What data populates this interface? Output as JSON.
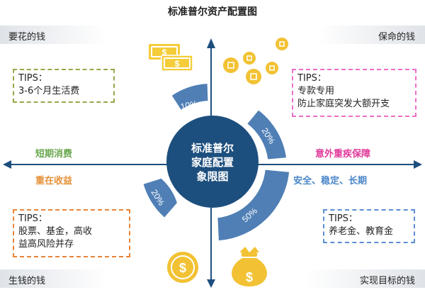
{
  "title": "标准普尔资产配置图",
  "center": {
    "lines": [
      "标准普尔",
      "家庭配置",
      "象限图"
    ]
  },
  "quadrants": {
    "top_left": {
      "label": "要花的钱",
      "percent": "10%",
      "tips": [
        "TIPS：",
        "3-6个月生活费"
      ]
    },
    "top_right": {
      "label": "保命的钱",
      "percent": "20%",
      "tips": [
        "TIPS：",
        "专款专用",
        "防止家庭突发大额开支"
      ]
    },
    "bottom_left": {
      "label": "生钱的钱",
      "percent": "20%",
      "tips": [
        "TIPS：",
        "股票、基金，高收",
        "益高风险并存"
      ]
    },
    "bottom_right": {
      "label": "实现目标的钱",
      "percent": "50%",
      "tips": [
        "TIPS：",
        "养老金、教育金"
      ]
    }
  },
  "axis_labels": {
    "left_top": "短期消费",
    "left_bottom": "重在收益",
    "right_top": "意外重疾保障",
    "right_bottom": "安全、稳定、长期"
  },
  "colors": {
    "center": "#1d4f7e",
    "arc": "#4f7fb5",
    "axis": "#1d4f7e",
    "coin_gold": "#f2c234",
    "bill_gold": "#f5cc3a",
    "green": "#6aa84f",
    "orange": "#e69138",
    "pink": "#e0389a",
    "blue": "#4a86c8"
  },
  "icons": [
    "dollar-bills-icon",
    "coins-icon",
    "dollar-coin-icon",
    "money-bag-icon"
  ]
}
